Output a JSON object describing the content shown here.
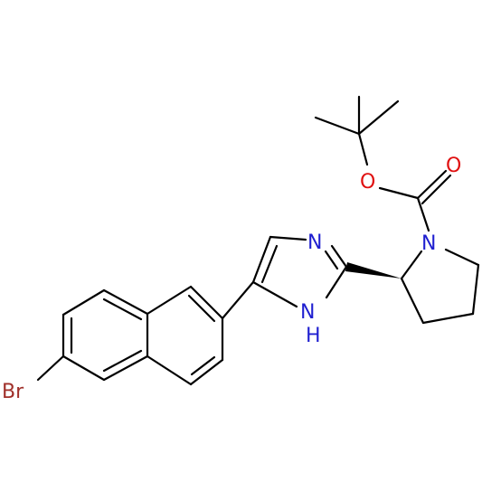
{
  "molecule": {
    "atom_labels": {
      "bromine": "Br",
      "imidazole_n": "N",
      "imidazole_nh": "H",
      "imidazole_nh_n": "N",
      "pyrrolidine_n": "N",
      "ester_o": "O",
      "carbonyl_o": "O"
    },
    "colors": {
      "bond": "#000000",
      "nitrogen": "#1f1fd0",
      "oxygen": "#e01010",
      "bromine": "#a0302a"
    }
  }
}
